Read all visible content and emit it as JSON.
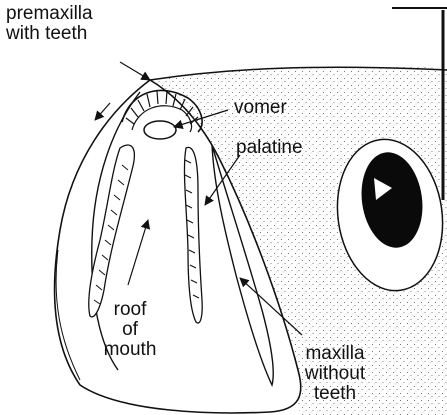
{
  "figure": {
    "labels": {
      "premaxilla": [
        "premaxilla",
        "with teeth"
      ],
      "vomer": "vomer",
      "palatine": "palatine",
      "roof": [
        "roof",
        "of",
        "mouth"
      ],
      "maxilla": [
        "maxilla",
        "without",
        "teeth"
      ]
    },
    "colors": {
      "ink": "#111111",
      "stipple": "#555555",
      "background": "#ffffff"
    }
  }
}
